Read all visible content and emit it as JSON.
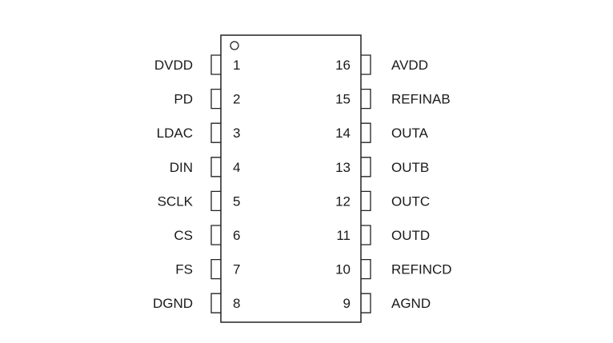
{
  "diagram": {
    "type": "ic-pinout",
    "package_pins": 16,
    "colors": {
      "line": "#222222",
      "text": "#1a1a1a",
      "background": "#ffffff"
    },
    "left_pins": [
      {
        "number": "1",
        "name": "DVDD"
      },
      {
        "number": "2",
        "name": "PD"
      },
      {
        "number": "3",
        "name": "LDAC"
      },
      {
        "number": "4",
        "name": "DIN"
      },
      {
        "number": "5",
        "name": "SCLK"
      },
      {
        "number": "6",
        "name": "CS"
      },
      {
        "number": "7",
        "name": "FS"
      },
      {
        "number": "8",
        "name": "DGND"
      }
    ],
    "right_pins": [
      {
        "number": "16",
        "name": "AVDD"
      },
      {
        "number": "15",
        "name": "REFINAB"
      },
      {
        "number": "14",
        "name": "OUTA"
      },
      {
        "number": "13",
        "name": "OUTB"
      },
      {
        "number": "12",
        "name": "OUTC"
      },
      {
        "number": "11",
        "name": "OUTD"
      },
      {
        "number": "10",
        "name": "REFINCD"
      },
      {
        "number": "9",
        "name": "AGND"
      }
    ]
  }
}
